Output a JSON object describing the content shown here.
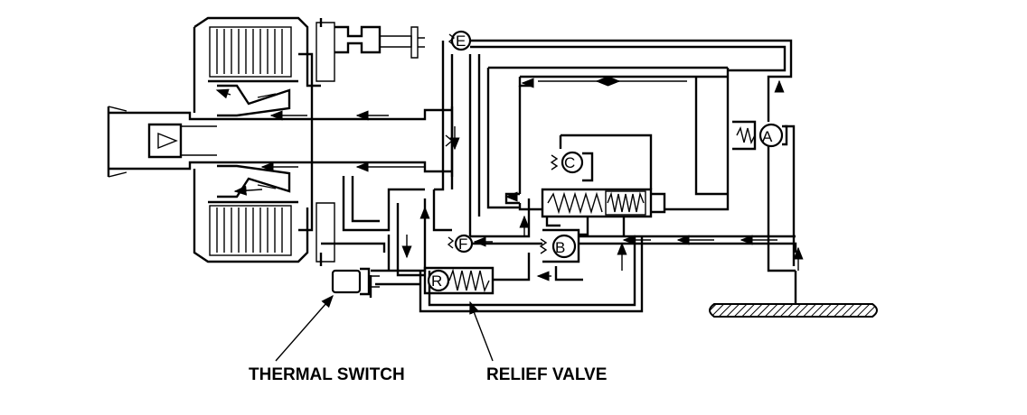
{
  "callouts": {
    "thermal_switch": "THERMAL SWITCH",
    "relief_valve": "RELIEF VALVE"
  },
  "valves": {
    "A": "A",
    "B": "B",
    "C": "C",
    "E": "E",
    "F": "F",
    "R": "R"
  },
  "colors": {
    "ink": "#000000",
    "paper": "#ffffff"
  }
}
